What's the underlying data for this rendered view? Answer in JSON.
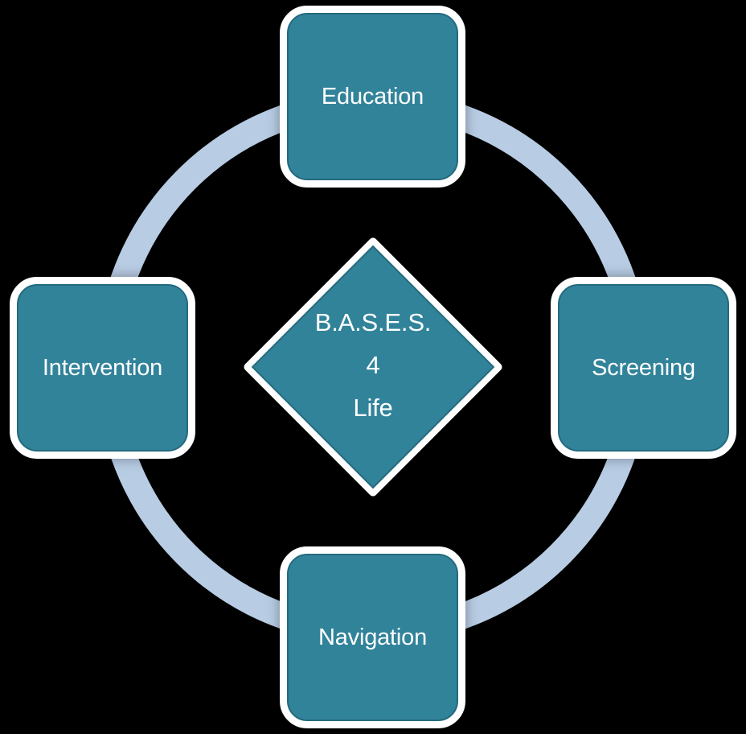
{
  "diagram": {
    "type": "cycle",
    "center": {
      "line1": "B.A.S.E.S.",
      "line2": "4",
      "line3": "Life"
    },
    "nodes": [
      {
        "label": "Education",
        "position": "top"
      },
      {
        "label": "Screening",
        "position": "right"
      },
      {
        "label": "Navigation",
        "position": "bottom"
      },
      {
        "label": "Intervention",
        "position": "left"
      }
    ],
    "colors": {
      "node_fill": "#31839A",
      "node_border": "#FFFFFF",
      "node_edge_line": "#195667",
      "ring": "#B8CCE4",
      "text": "#FFFFFF",
      "background": "#000000"
    }
  }
}
